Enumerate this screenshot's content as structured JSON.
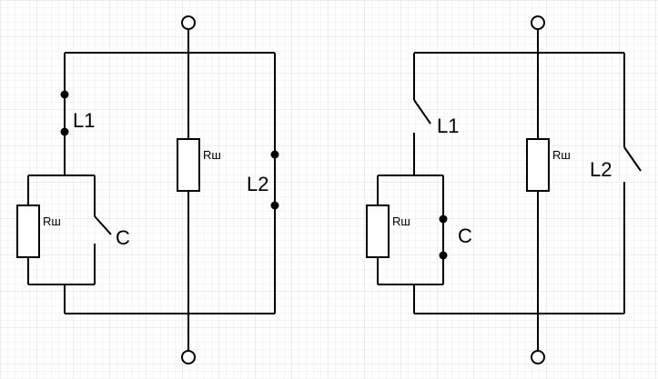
{
  "left_circuit": {
    "switch_upper": "L1",
    "switch_right": "L2",
    "switch_small": "C",
    "resistor_center": "Rш",
    "resistor_side": "Rш"
  },
  "right_circuit": {
    "switch_upper": "L1",
    "switch_right": "L2",
    "switch_small": "C",
    "resistor_center": "Rш",
    "resistor_side": "Rш"
  },
  "colors": {
    "background": "#ffffff",
    "grid": "#e6e6e6",
    "ink": "#000000"
  }
}
